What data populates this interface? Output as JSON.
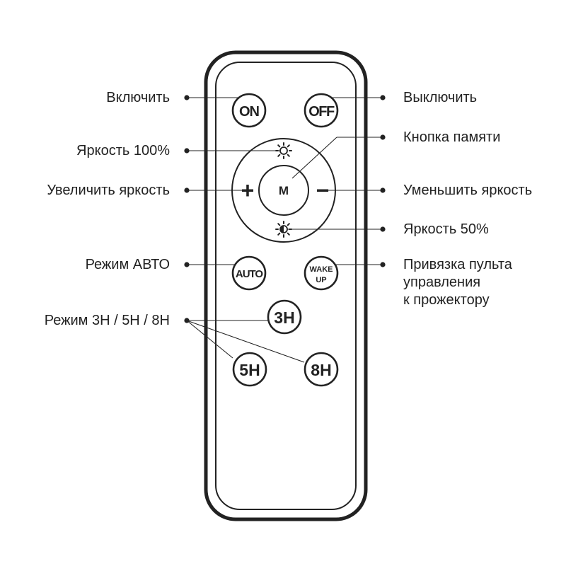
{
  "labels": {
    "power_on": "Включить",
    "power_off": "Выключить",
    "brightness_100": "Яркость 100%",
    "memory": "Кнопка памяти",
    "increase": "Увеличить яркость",
    "decrease": "Уменьшить яркость",
    "brightness_50": "Яркость 50%",
    "auto_mode": "Режим АВТО",
    "pairing": [
      "Привязка пульта",
      "управления",
      "к прожектору"
    ],
    "timer_modes": "Режим 3Н / 5Н / 8Н"
  },
  "buttons": {
    "on": "ON",
    "off": "OFF",
    "memory": "M",
    "plus": "+",
    "minus": "−",
    "auto": "AUTO",
    "wake": [
      "WAKE",
      "UP"
    ],
    "timer_3h": "3H",
    "timer_5h": "5H",
    "timer_8h": "8H"
  },
  "icons": {
    "brightness_full": "sun-full-icon",
    "brightness_half": "sun-half-icon"
  }
}
